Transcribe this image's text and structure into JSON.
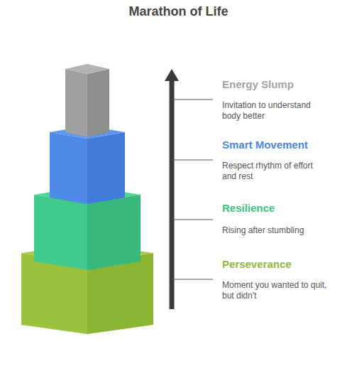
{
  "diagram": {
    "title": "Marathon of Life",
    "labels": [
      "Energy Slump",
      "Invitation to understand body better",
      "Smart Movement",
      "Respect rhythm of effort and rest",
      "Resilience",
      "Rising after stumbling",
      "Perseverance",
      "Moment you wanted to quit, but didn't"
    ]
  }
}
